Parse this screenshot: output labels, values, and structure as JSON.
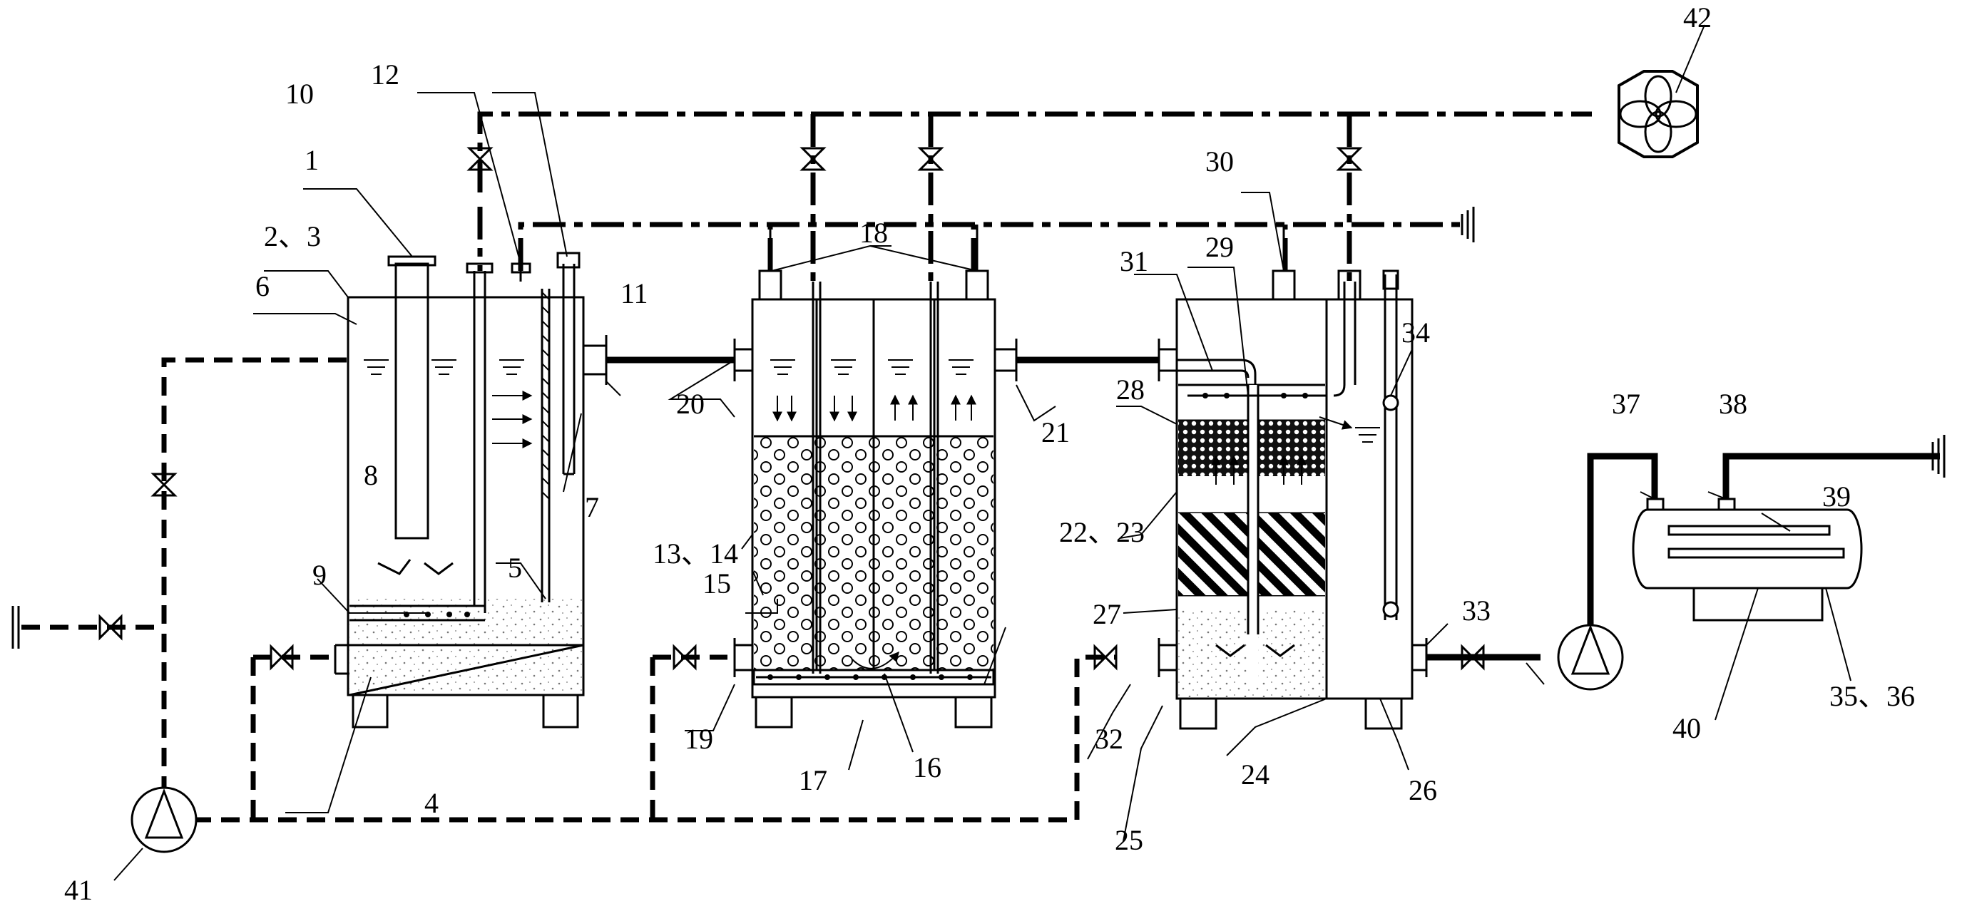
{
  "labels": {
    "l1": "1",
    "l2_3": "2、3",
    "l4": "4",
    "l5": "5",
    "l6": "6",
    "l7": "7",
    "l8": "8",
    "l9": "9",
    "l10": "10",
    "l11": "11",
    "l12": "12",
    "l13_14": "13、14",
    "l15": "15",
    "l16": "16",
    "l17": "17",
    "l18": "18",
    "l19": "19",
    "l20": "20",
    "l21": "21",
    "l22_23": "22、23",
    "l24": "24",
    "l25": "25",
    "l26": "26",
    "l27": "27",
    "l28": "28",
    "l29": "29",
    "l30": "30",
    "l31": "31",
    "l32": "32",
    "l33": "33",
    "l34": "34",
    "l35_36": "35、36",
    "l37": "37",
    "l38": "38",
    "l39": "39",
    "l40": "40",
    "l41": "41",
    "l42": "42"
  }
}
